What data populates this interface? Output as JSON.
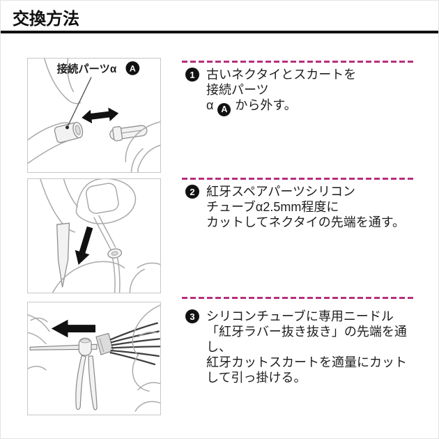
{
  "header": {
    "title": "交換方法"
  },
  "colors": {
    "accent": "#b62e7d",
    "ink": "#111111",
    "line_art": "#a9a9a9",
    "part_line": "#8e8e8e"
  },
  "figure1": {
    "label": "接続パーツα",
    "badge": "A"
  },
  "steps": [
    {
      "num": "1",
      "lines": [
        "古いネクタイとスカートを",
        "接続パーツ"
      ],
      "tail_pre": "α",
      "tail_badge": "A",
      "tail_post": "から外す。"
    },
    {
      "num": "2",
      "lines": [
        "紅牙スペアパーツシリコン",
        "チューブα2.5mm程度に",
        "カットしてネクタイの先端を通す。"
      ]
    },
    {
      "num": "3",
      "lines": [
        "シリコンチューブに専用ニードル",
        "「紅牙ラバー抜き抜き」の先端を通し、",
        "紅牙カットスカートを適量にカット",
        "して引っ掛ける。"
      ]
    }
  ]
}
